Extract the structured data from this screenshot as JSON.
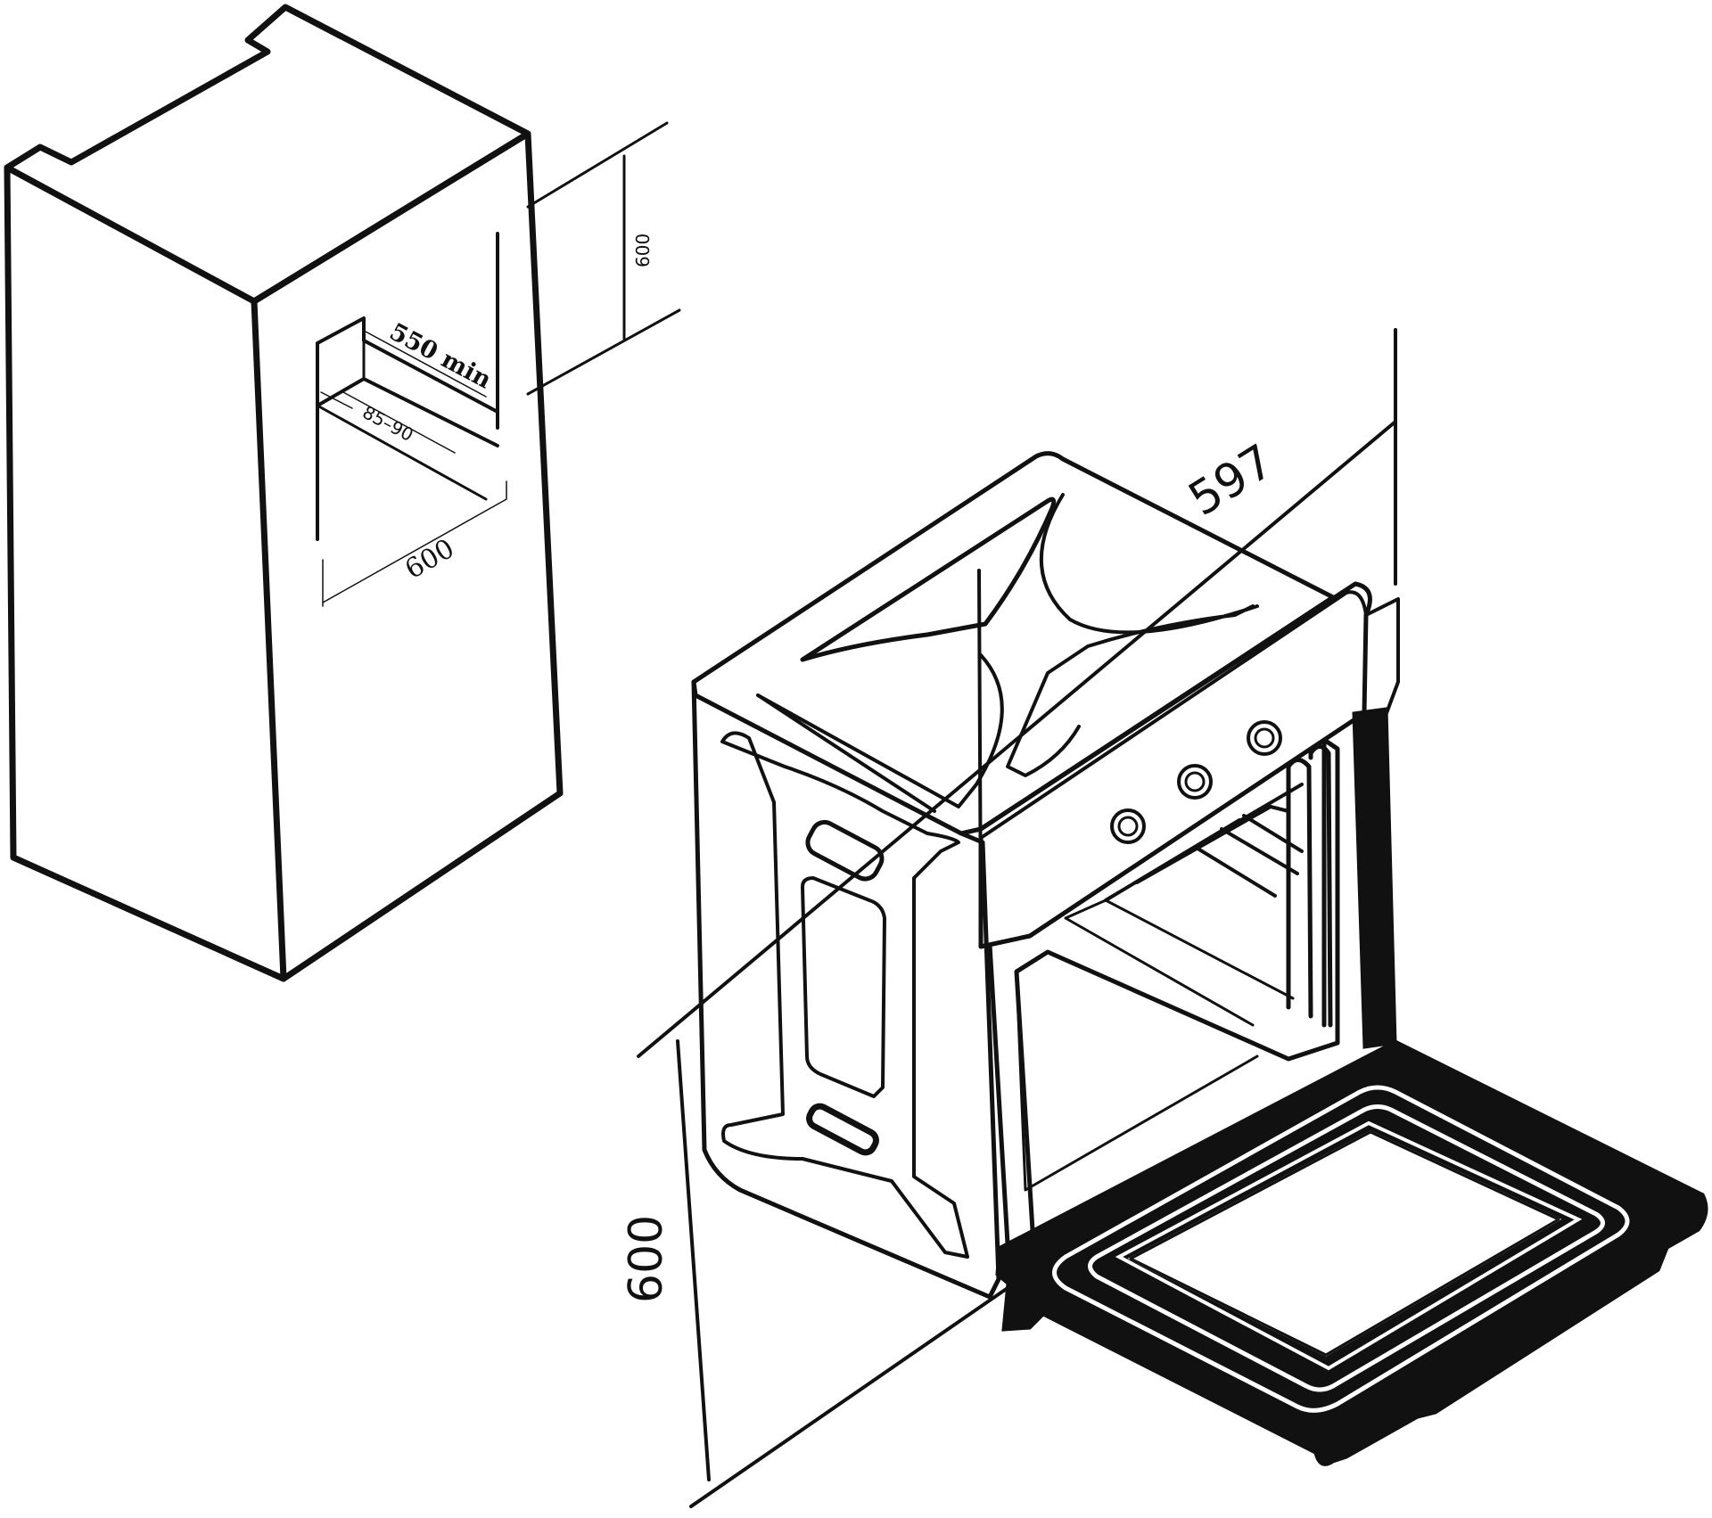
{
  "cabinet_dimensions": {
    "height": "600",
    "depth_min": "550 min",
    "ventilation_gap": "85–90",
    "width": "600"
  },
  "oven_dimensions": {
    "width": "597",
    "height": "600"
  },
  "colors": {
    "line": "#111111",
    "background": "#ffffff",
    "door_fill": "#111111"
  }
}
